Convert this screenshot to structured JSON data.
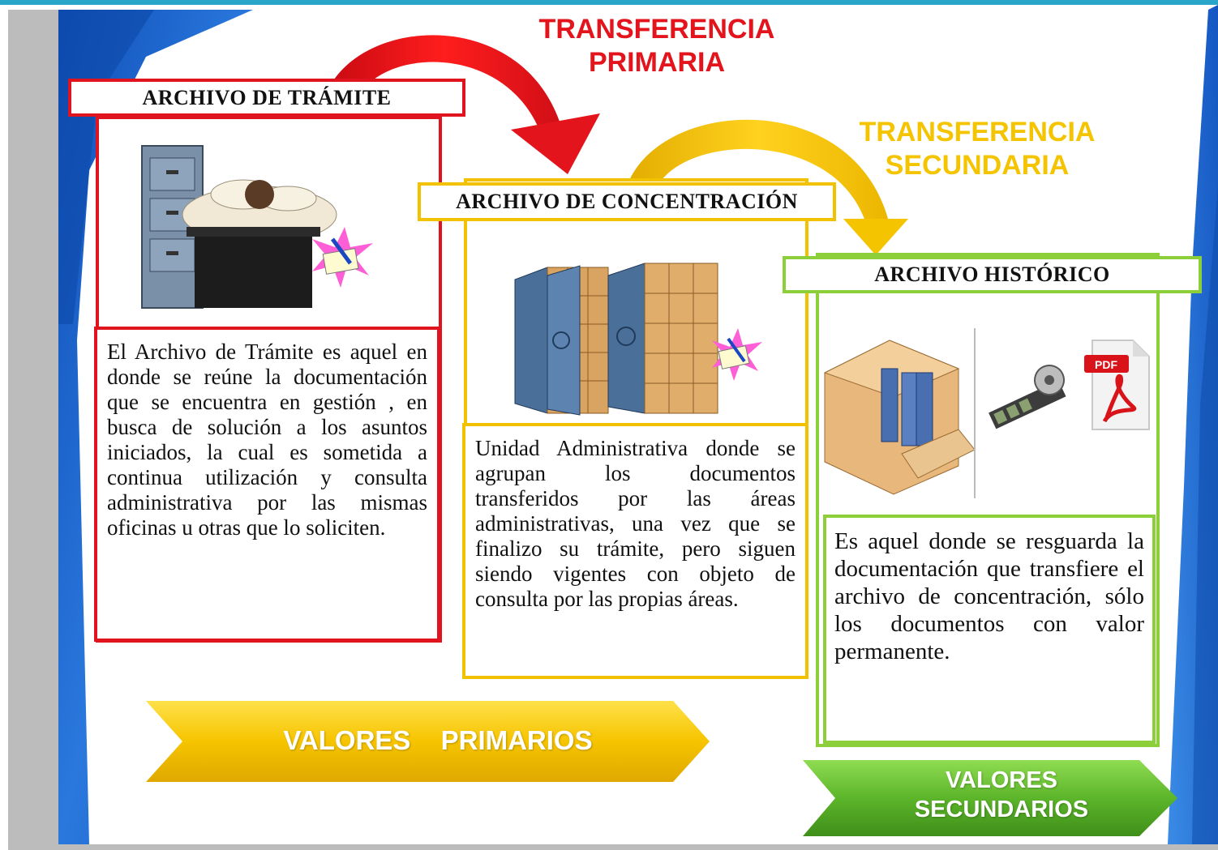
{
  "transfers": {
    "primary": "TRANSFERENCIA\nPRIMARIA",
    "secondary": "TRANSFERENCIA\nSECUNDARIA"
  },
  "archives": [
    {
      "title": "ARCHIVO DE TRÁMITE",
      "description": "El Archivo de Trámite es aquel en donde se reúne la documentación que se encuentra en gestión , en busca de solución a los asuntos iniciados, la cual es sometida a continua utilización y consulta administrativa por las mismas oficinas u otras que lo soliciten.",
      "color": "#e0141e"
    },
    {
      "title": "ARCHIVO DE CONCENTRACIÓN",
      "description": "Unidad Administrativa donde se agrupan los documentos transferidos por las áreas administrativas, una vez que se finalizo su trámite, pero siguen siendo vigentes con objeto de consulta por las propias áreas.",
      "color": "#f2c200"
    },
    {
      "title": "ARCHIVO HISTÓRICO",
      "description": "Es aquel donde se resguarda la documentación que transfiere el archivo de concentración, sólo los documentos con valor permanente.",
      "color": "#8ccf3a",
      "pdf_badge": "PDF"
    }
  ],
  "banners": {
    "primary": "VALORES PRIMARIOS",
    "secondary": "VALORES\nSECUNDARIOS"
  },
  "colors": {
    "primary_transfer": "#e3141c",
    "secondary_transfer": "#f5c400",
    "primary_banner": "#f7c800",
    "secondary_banner": "#62b52c",
    "blue_background": "#1f63c9"
  }
}
